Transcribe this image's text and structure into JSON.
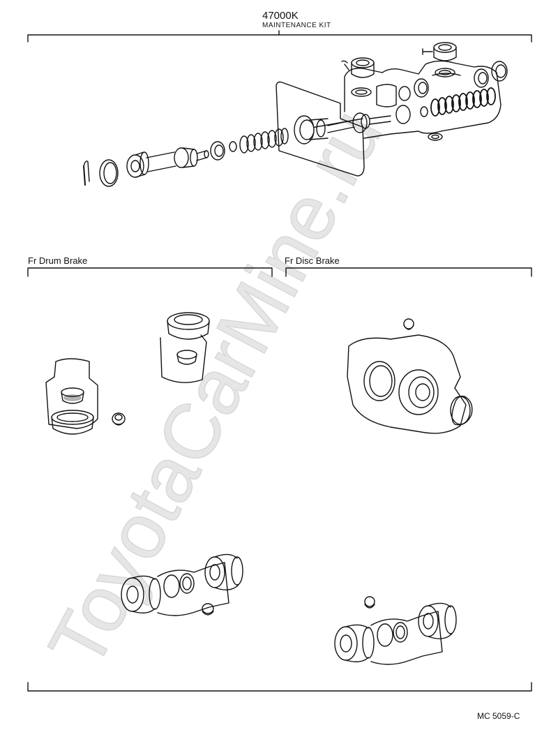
{
  "header": {
    "part_number": "47000K",
    "kit_name": "MAINTENANCE KIT"
  },
  "sections": {
    "drum_title": "Fr Drum Brake",
    "disc_title": "Fr Disc Brake"
  },
  "footer": {
    "figure_code": "MC 5059-C"
  },
  "watermark": {
    "text": "ToyotaCarMine.ru",
    "color": "#e4e4e4"
  },
  "colors": {
    "ink": "#111111",
    "shade": "#2a2a2a"
  }
}
